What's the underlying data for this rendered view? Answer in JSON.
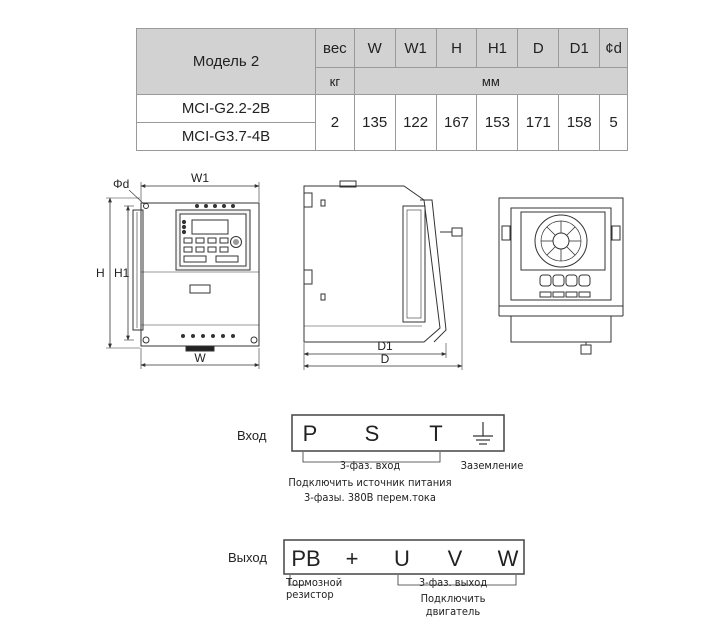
{
  "spec_table": {
    "model_header": "Модель 2",
    "weight_header": "вес",
    "weight_unit": "кг",
    "dim_unit": "мм",
    "dim_headers": [
      "W",
      "W1",
      "H",
      "H1",
      "D",
      "D1",
      "¢d"
    ],
    "models": [
      "MCI-G2.2-2B",
      "MCI-G3.7-4B"
    ],
    "weight": "2",
    "values": [
      "135",
      "122",
      "167",
      "153",
      "171",
      "158",
      "5"
    ]
  },
  "front_view": {
    "phi_d": "Φd",
    "w1": "W1",
    "w": "W",
    "h": "H",
    "h1": "H1"
  },
  "side_view": {
    "d1": "D1",
    "d": "D"
  },
  "input_terminal": {
    "label": "Вход",
    "terminals": [
      "P",
      "S",
      "T"
    ],
    "ground_label": "Заземление",
    "phase_label": "3-фаз. вход",
    "note_line1": "Подключить источник питания",
    "note_line2": "3-фазы. 380В перем.тока"
  },
  "output_terminal": {
    "label": "Выход",
    "terminals": [
      "PB",
      "+",
      "U",
      "V",
      "W"
    ],
    "brake_line1": "Тормозной",
    "brake_line2": "резистор",
    "phase_label": "3-фаз. выход",
    "motor_line1": "Подключить",
    "motor_line2": "двигатель"
  }
}
